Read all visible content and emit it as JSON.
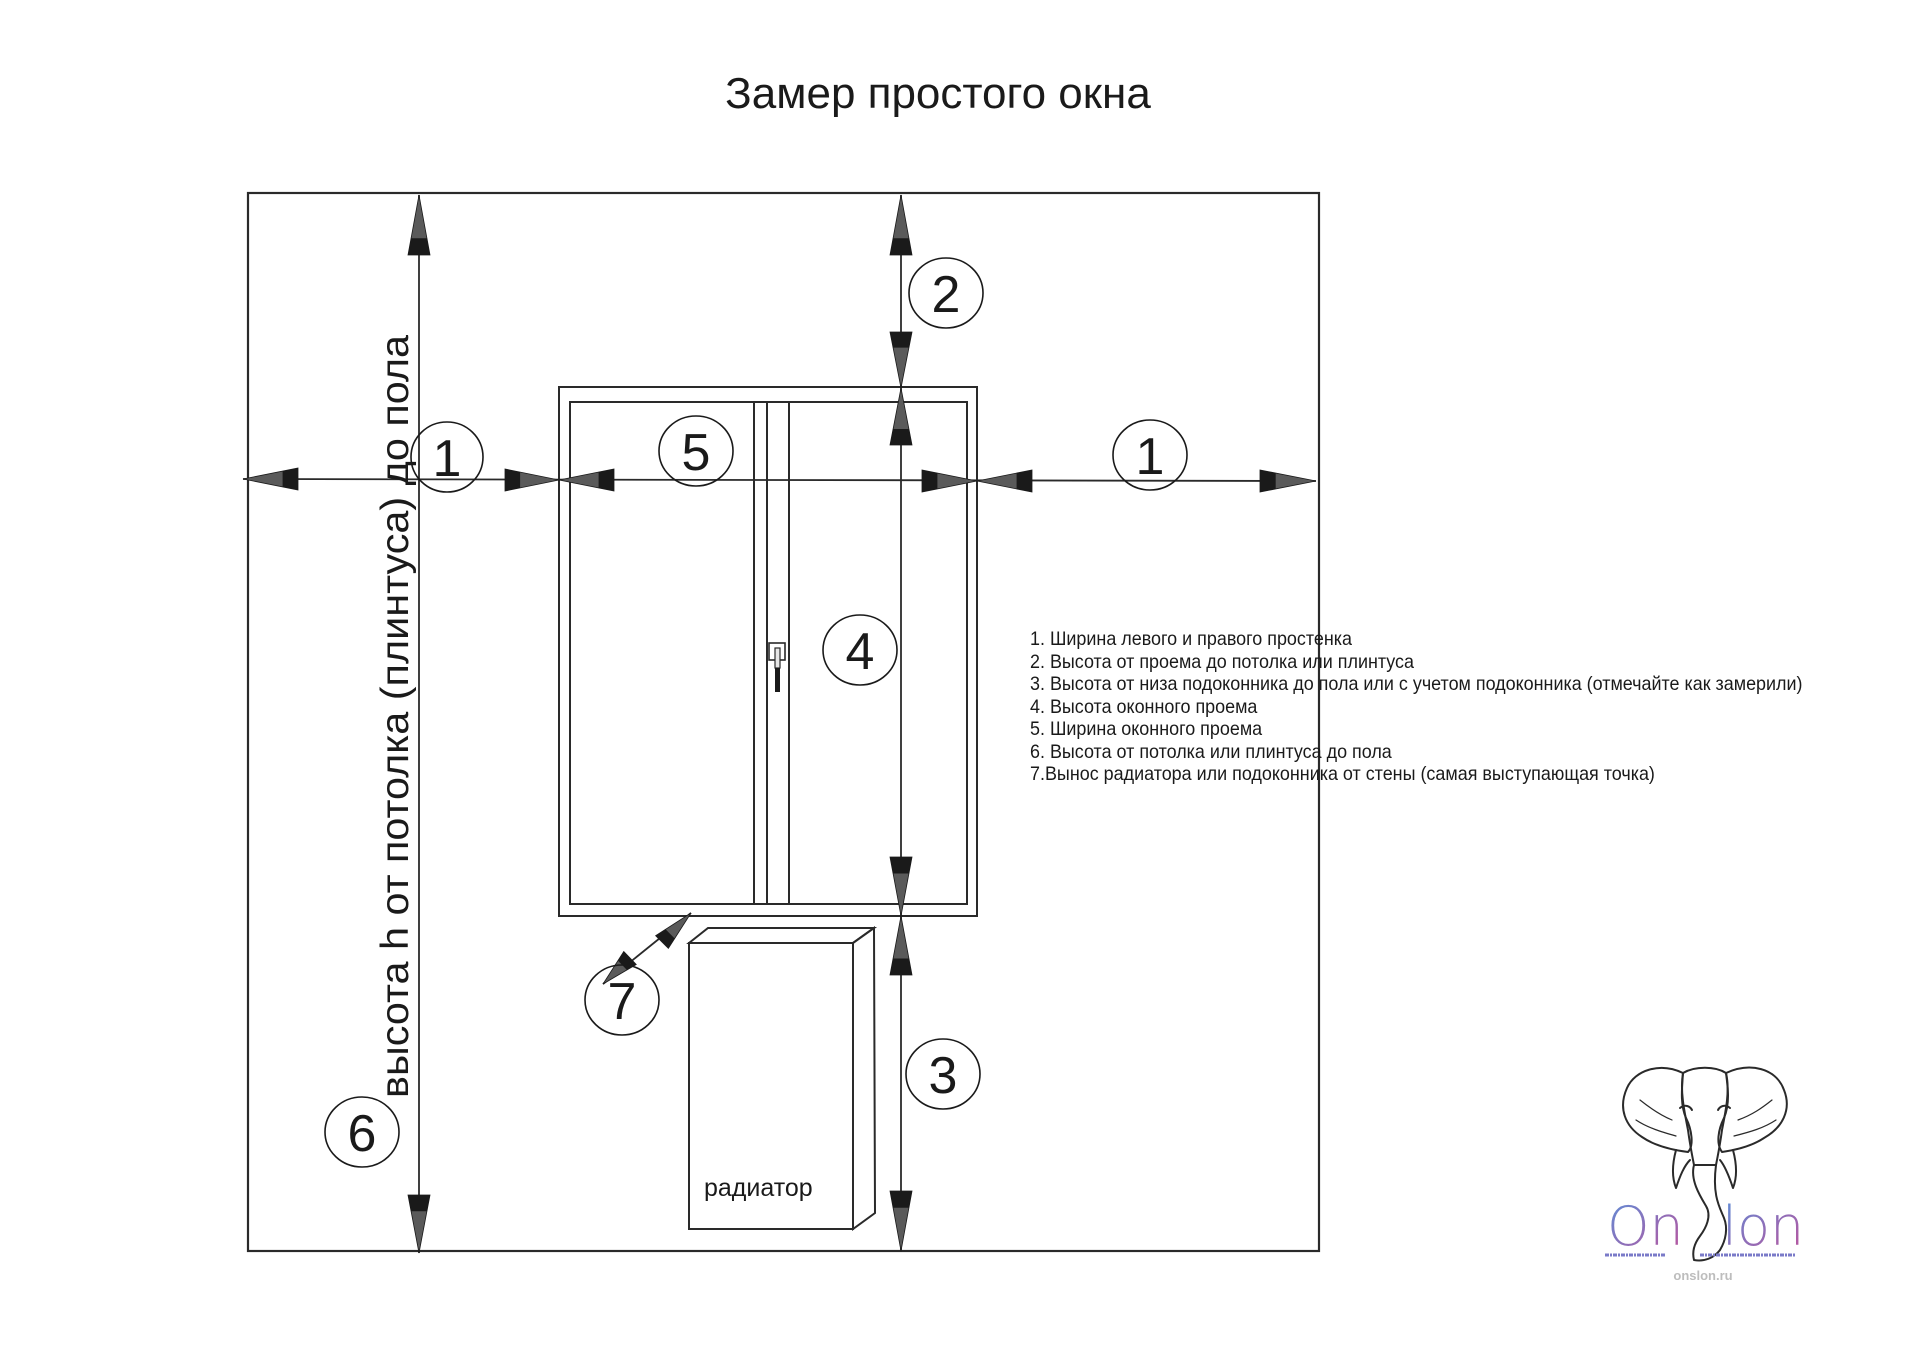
{
  "title": "Замер простого окна",
  "vertical_label": "высота h от потолка (плинтуса) до пола",
  "radiator_label": "радиатор",
  "markers": {
    "m1_left": "1",
    "m1_right": "1",
    "m2": "2",
    "m3": "3",
    "m4": "4",
    "m5": "5",
    "m6": "6",
    "m7": "7"
  },
  "legend": [
    "1. Ширина левого и правого простенка",
    "2. Высота от проема до потолка или плинтуса",
    "3. Высота от низа подоконника до пола или с учетом подоконника (отмечайте как замерили)",
    "4. Высота оконного проема",
    "5. Ширина оконного проема",
    "6. Высота от потолка или плинтуса до пола",
    "7.Вынос радиатора или подоконника от стены (самая выступающая точка)"
  ],
  "logo": {
    "word_left": "On",
    "word_right": "lon",
    "url": "onslon.ru",
    "gradient_start": "#5b8fd8",
    "gradient_end": "#c0509a"
  },
  "colors": {
    "line": "#2a2a2a",
    "arrow_fill": "#5a5a5a",
    "arrow_dark": "#1a1a1a"
  }
}
